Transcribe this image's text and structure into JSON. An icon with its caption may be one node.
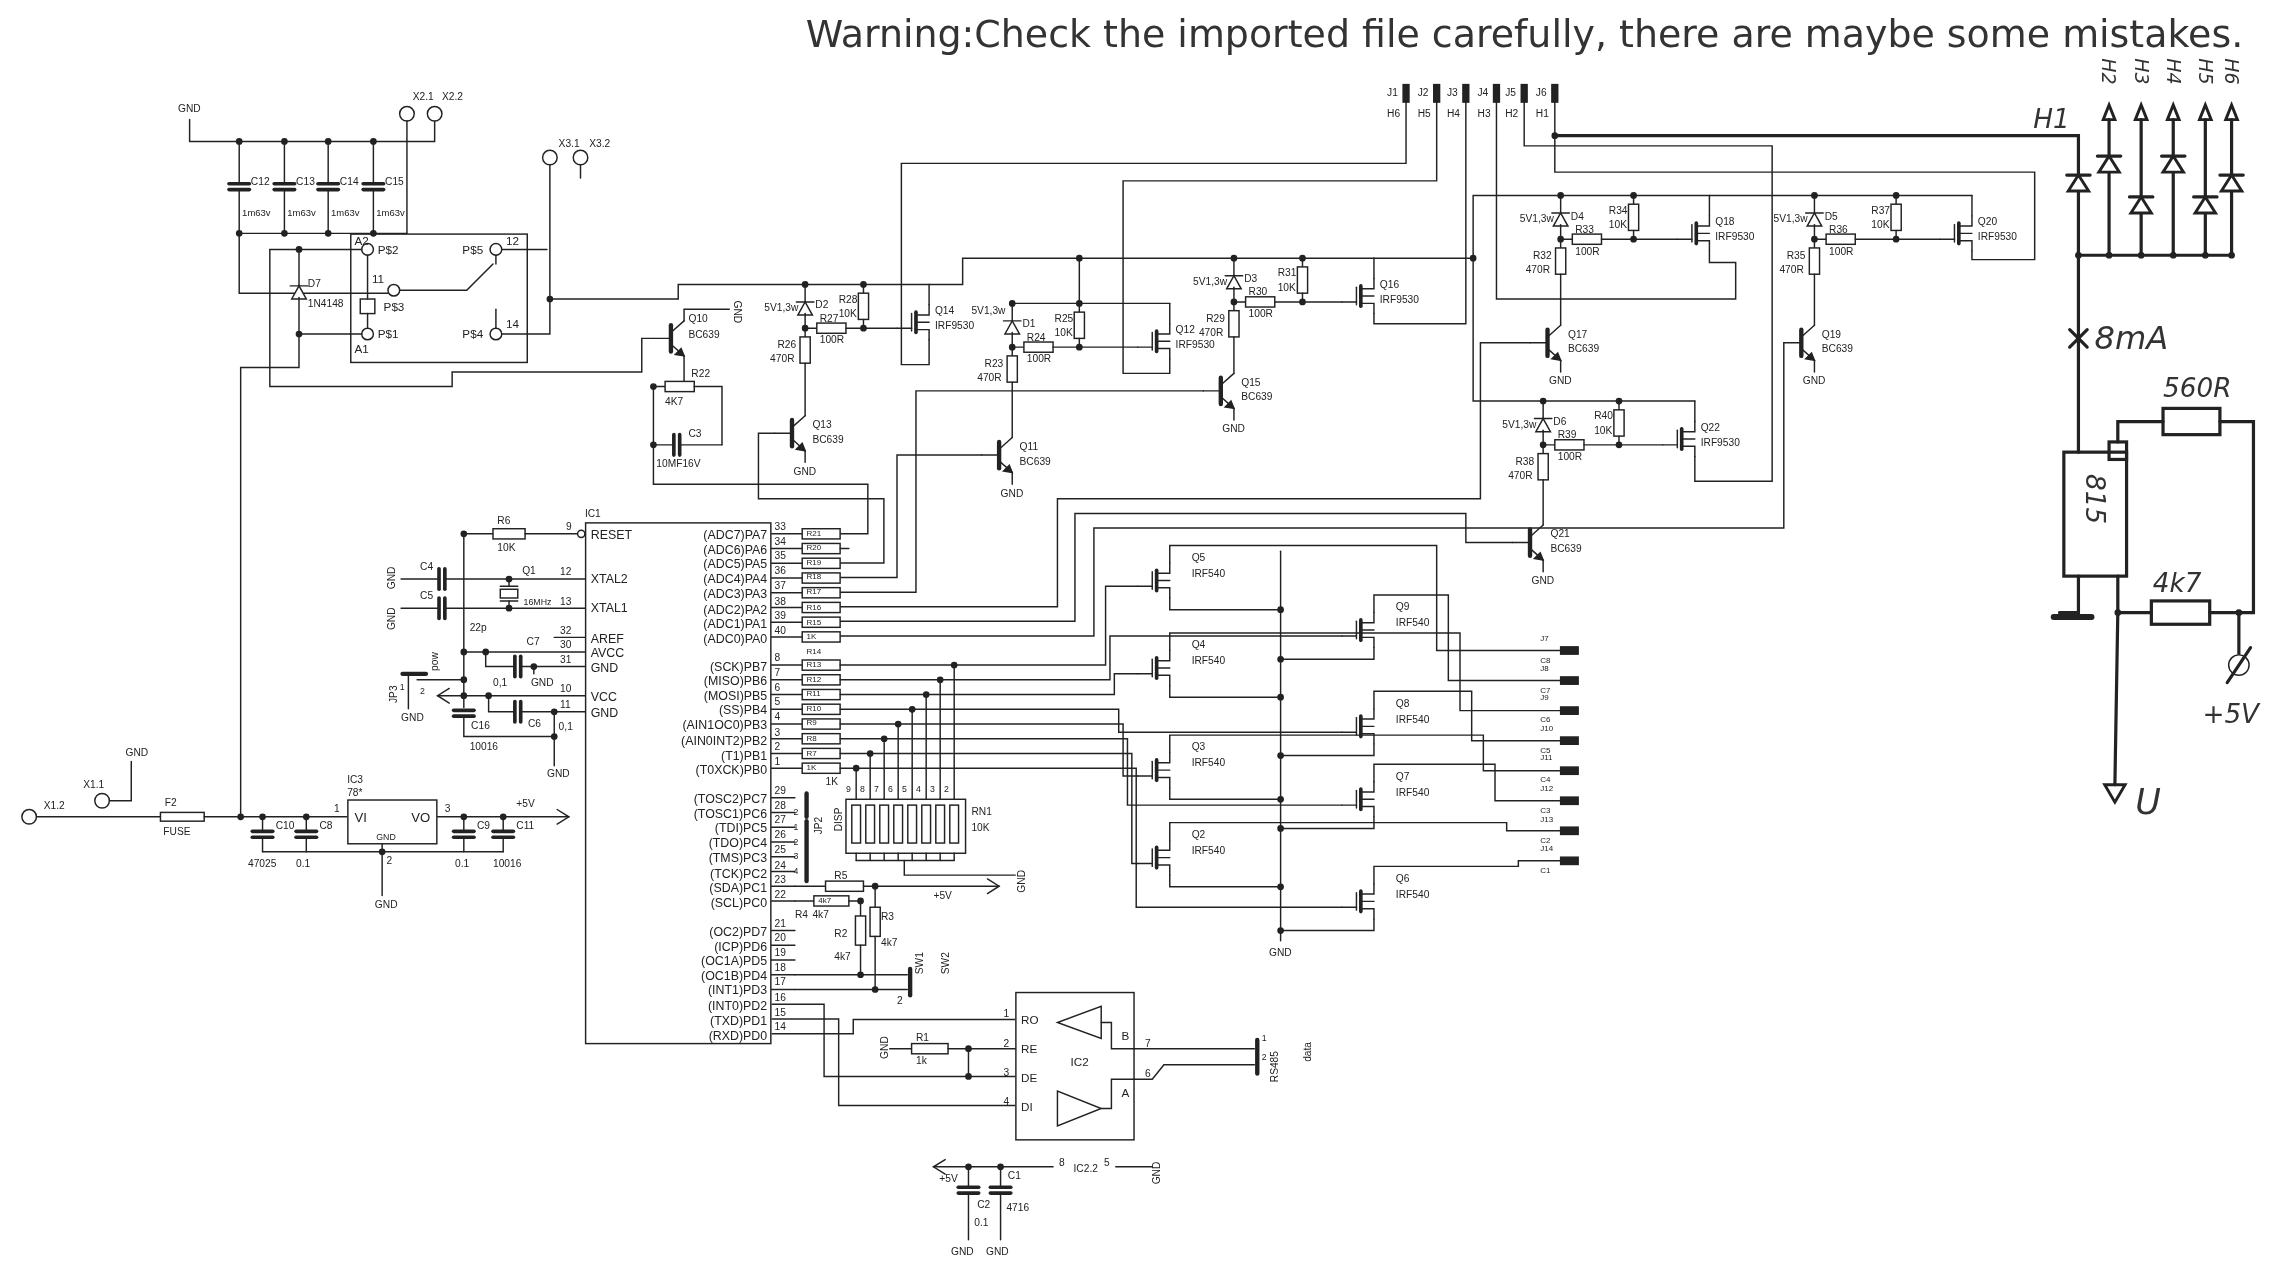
{
  "diagram": {
    "title": "Warning:Check the imported file carefully, there are maybe some mistakes.",
    "nodes": [
      {
        "text": [
          "A2",
          "P$2",
          "P$5",
          "12",
          "11",
          "P$3",
          "A1",
          "P$1",
          "P$4",
          "14"
        ]
      },
      {
        "beside": [
          "IC1"
        ],
        "text": [
          "RESET",
          "XTAL2",
          "XTAL1",
          "AREF",
          "AVCC",
          "GND",
          "VCC",
          "GND",
          "(ADC7)PA7",
          "(ADC6)PA6",
          "(ADC5)PA5",
          "(ADC4)PA4",
          "(ADC3)PA3",
          "(ADC2)PA2",
          "(ADC1)PA1",
          "(ADC0)PA0",
          "(SCK)PB7",
          "(MISO)PB6",
          "(MOSI)PB5",
          "(SS)PB4",
          "(AIN1OC0)PB3",
          "(AIN0INT2)PB2",
          "(T1)PB1",
          "(T0XCK)PB0",
          "(TOSC2)PC7",
          "(TOSC1)PC6",
          "(TDI)PC5",
          "(TDO)PC4",
          "(TMS)PC3",
          "(TCK)PC2",
          "(SDA)PC1",
          "(SCL)PC0",
          "(OC2)PD7",
          "(ICP)PD6",
          "(OC1A)PD5",
          "(OC1B)PD4",
          "(INT1)PD3",
          "(INT0)PD2",
          "(TXD)PD1",
          "(RXD)PD0"
        ]
      },
      {
        "beside": [
          "IC3",
          "78*"
        ],
        "text": [
          "VI",
          "VO",
          "GND"
        ]
      },
      {
        "text": [
          "RO",
          "RE",
          "DE",
          "DI",
          "IC2",
          "B",
          "A"
        ]
      }
    ],
    "edges": [
      {
        "from": 0,
        "to": 2,
        "arrow": "none"
      },
      {
        "from": 1,
        "to": 3,
        "arrow": "none"
      },
      {
        "from": 1,
        "to": 3,
        "arrow": "none"
      },
      {
        "from": 1,
        "to": 3,
        "arrow": "none"
      }
    ],
    "labels": [
      "GND",
      "X2.1",
      "X2.2",
      "C12",
      "C13",
      "C14",
      "C15",
      "1m63v",
      "1m63v",
      "1m63v",
      "1m63v",
      "X3.1",
      "X3.2",
      "D7",
      "1N4148",
      "Q10",
      "BC639",
      "GND",
      "R22",
      "4K7",
      "C3",
      "10MF16V",
      "D2",
      "R27",
      "5V1,3w",
      "100R",
      "R26",
      "470R",
      "R28",
      "10K",
      "Q14",
      "IRF9530",
      "Q13",
      "BC639",
      "GND",
      "D1",
      "R24",
      "5V1,3w",
      "100R",
      "R23",
      "470R",
      "R25",
      "10K",
      "Q12",
      "IRF9530",
      "Q11",
      "BC639",
      "GND",
      "D3",
      "R30",
      "5V1,3w",
      "100R",
      "R29",
      "470R",
      "R31",
      "10K",
      "Q16",
      "IRF9530",
      "Q15",
      "BC639",
      "GND",
      "J1",
      "J2",
      "J3",
      "J4",
      "J5",
      "J6",
      "H6",
      "H5",
      "H4",
      "H3",
      "H2",
      "H1",
      "D4",
      "R33",
      "5V1,3w",
      "100R",
      "R32",
      "470R",
      "R34",
      "10K",
      "Q18",
      "IRF9530",
      "Q17",
      "BC639",
      "GND",
      "D6",
      "R39",
      "5V1,3w",
      "100R",
      "R38",
      "470R",
      "R40",
      "10K",
      "Q22",
      "IRF9530",
      "Q21",
      "BC639",
      "GND",
      "D5",
      "R36",
      "5V1,3w",
      "100R",
      "R35",
      "470R",
      "R37",
      "10K",
      "Q20",
      "IRF9530",
      "Q19",
      "BC639",
      "GND",
      "H1",
      "H2",
      "H3",
      "H4",
      "H5",
      "H6",
      "8mA",
      "560R",
      "815",
      "4k7",
      "+5V",
      "U",
      "R6",
      "10K",
      "9",
      "12",
      "13",
      "32",
      "30",
      "31",
      "10",
      "11",
      "C4",
      "Q1",
      "C5",
      "16MHz",
      "22p",
      "GND",
      "GND",
      "JP3",
      "pow",
      "1",
      "2",
      "GND",
      "C7",
      "0,1",
      "GND",
      "C16",
      "10016",
      "C6",
      "0,1",
      "GND",
      "X1.2",
      "X1.1",
      "GND",
      "F2",
      "FUSE",
      "1",
      "3",
      "2",
      "C10",
      "C8",
      "47025",
      "0.1",
      "C9",
      "0.1",
      "C11",
      "10016",
      "+5V",
      "GND",
      "33",
      "34",
      "35",
      "36",
      "37",
      "38",
      "39",
      "40",
      "8",
      "7",
      "6",
      "5",
      "4",
      "3",
      "2",
      "1",
      "29",
      "28",
      "27",
      "26",
      "25",
      "24",
      "23",
      "22",
      "21",
      "20",
      "19",
      "18",
      "17",
      "16",
      "15",
      "14",
      "R21",
      "R20",
      "R19",
      "R18",
      "R17",
      "R16",
      "R15",
      "1K",
      "R14",
      "R13",
      "R12",
      "R11",
      "R10",
      "R9",
      "R8",
      "R7",
      "1K",
      "RN1",
      "10K",
      "DISP",
      "9",
      "8",
      "7",
      "6",
      "5",
      "4",
      "3",
      "2",
      "JP2",
      "1K",
      "2",
      "1",
      "2",
      "3",
      "4",
      "R5",
      "R4",
      "4k7",
      "4k7",
      "R2",
      "4k7",
      "R3",
      "4k7",
      "+5V",
      "GND",
      "SW1",
      "SW2",
      "2",
      "1",
      "2",
      "3",
      "4",
      "7",
      "6",
      "R1",
      "1k",
      "GND",
      "RS485",
      "data",
      "1",
      "2",
      "8",
      "IC2.2",
      "5",
      "GND",
      "+5V",
      "C1",
      "C2",
      "4716",
      "0.1",
      "GND",
      "GND",
      "Q5",
      "IRF540",
      "Q4",
      "IRF540",
      "Q3",
      "IRF540",
      "Q2",
      "IRF540",
      "Q9",
      "IRF540",
      "Q8",
      "IRF540",
      "Q7",
      "IRF540",
      "Q6",
      "IRF540",
      "GND",
      "J7",
      "C8",
      "J8",
      "C7",
      "J9",
      "C6",
      "J10",
      "C5",
      "J11",
      "C4",
      "J12",
      "C3",
      "J13",
      "C2",
      "J14",
      "C1"
    ]
  }
}
